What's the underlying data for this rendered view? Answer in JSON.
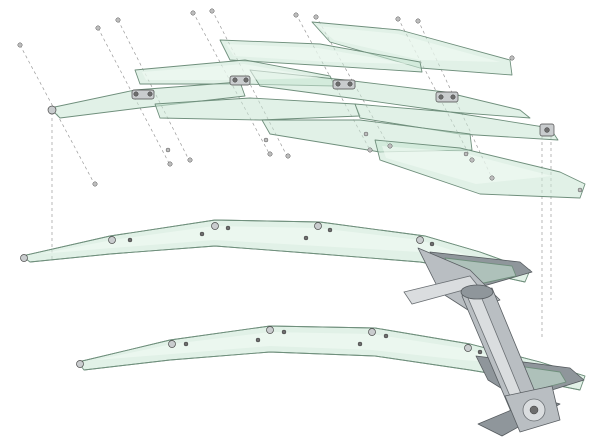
{
  "figure": {
    "title": "",
    "caption": ""
  },
  "colors": {
    "glass_fill": "#c9e6d3",
    "glass_edge": "#6f8f7c",
    "steel": "#b9bec2",
    "steel_dark": "#8f969b",
    "axis_lines": "#9a9a9a",
    "background": "#ffffff"
  },
  "components": [
    "exploded-glass-panels",
    "spider-fitting-nodes",
    "assembled-canopy-upper",
    "assembled-canopy-lower",
    "steel-support-column",
    "steel-base-bracket"
  ]
}
